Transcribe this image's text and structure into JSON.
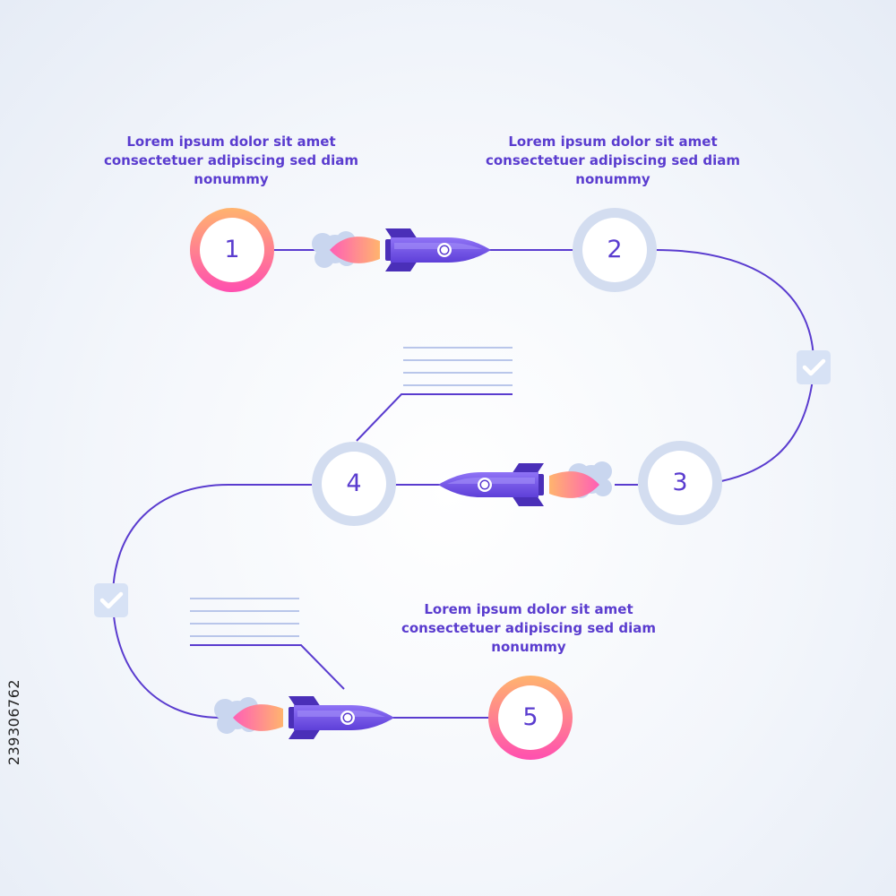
{
  "steps": [
    {
      "number": "1",
      "style": "gradient"
    },
    {
      "number": "2",
      "style": "plain"
    },
    {
      "number": "3",
      "style": "plain"
    },
    {
      "number": "4",
      "style": "plain"
    },
    {
      "number": "5",
      "style": "gradient"
    }
  ],
  "captions": [
    {
      "lines": [
        "Lorem ipsum dolor sit amet",
        "consectetuer adipiscing sed diam",
        "nonummy"
      ]
    },
    {
      "lines": [
        "Lorem ipsum dolor sit amet",
        "consectetuer adipiscing sed diam",
        "nonummy"
      ]
    },
    {
      "lines": [
        "Lorem ipsum dolor sit amet",
        "consectetuer adipiscing sed diam",
        "nonummy"
      ]
    }
  ],
  "stock_id": "239306762",
  "icons": [
    "rocket-icon",
    "cloud-icon",
    "checkmark-icon"
  ],
  "colors": {
    "text": "#5a3ccf",
    "path_line": "#5a3ccf",
    "ring_plain": "#d3ddf0",
    "ring_gradient_top": "#ffb46e",
    "ring_gradient_bottom": "#ff4fb0",
    "placeholder_lines": "#b9c6ea",
    "rocket_body": "#7b5cf0",
    "check_badge": "#d7e2f5"
  }
}
